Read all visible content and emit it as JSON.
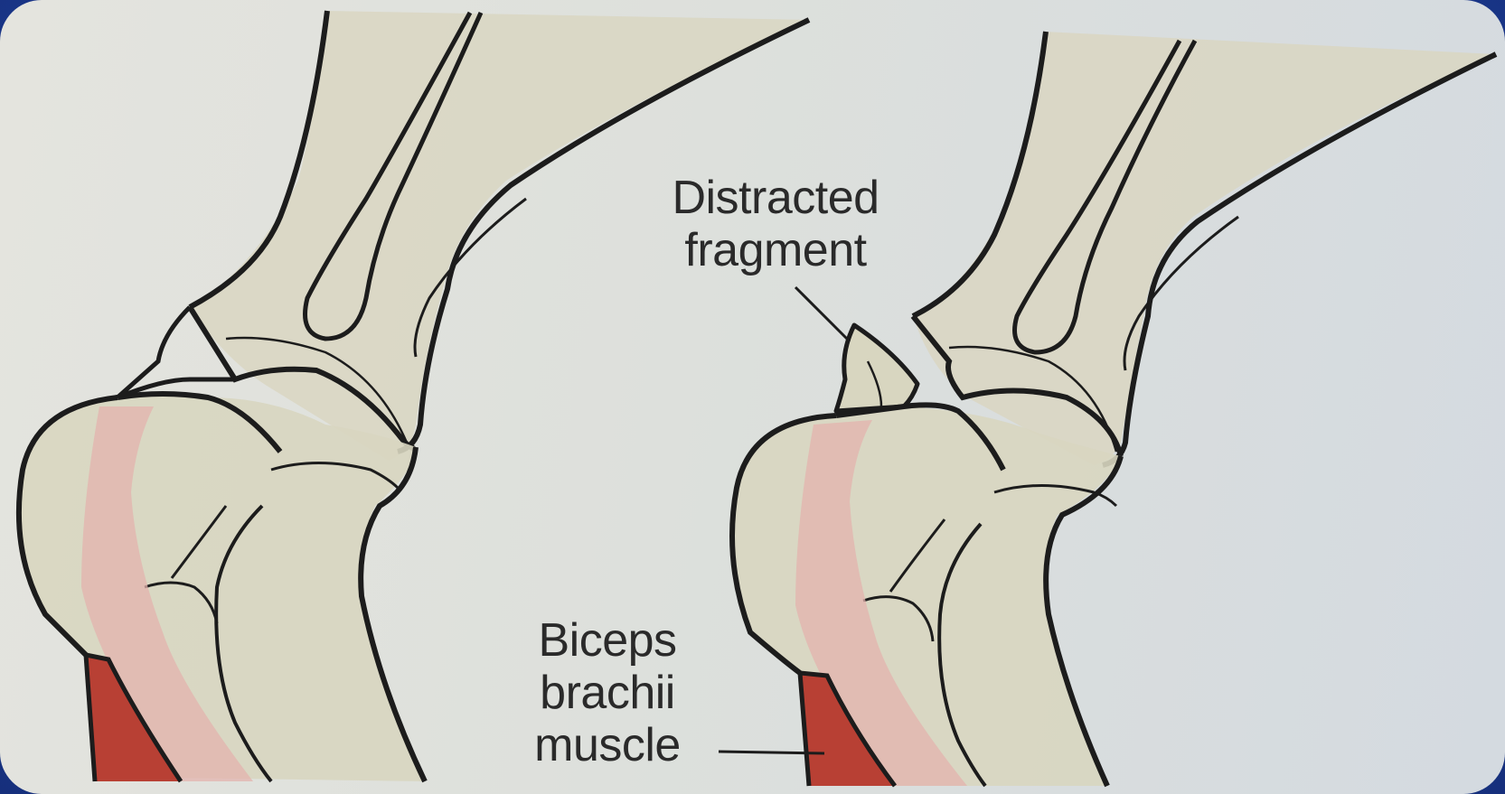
{
  "labels": {
    "distracted_line1": "Distracted",
    "distracted_line2": "fragment",
    "biceps_line1": "Biceps",
    "biceps_line2": "brachii",
    "biceps_line3": "muscle"
  },
  "colors": {
    "background_frame": "#1f3f9a",
    "paper": "#e2e2dc",
    "bone_fill": "#d8d6c0",
    "muscle_red": "#b84034",
    "muscle_pink": "#e3b3ae",
    "outline": "#1c1c1c"
  }
}
